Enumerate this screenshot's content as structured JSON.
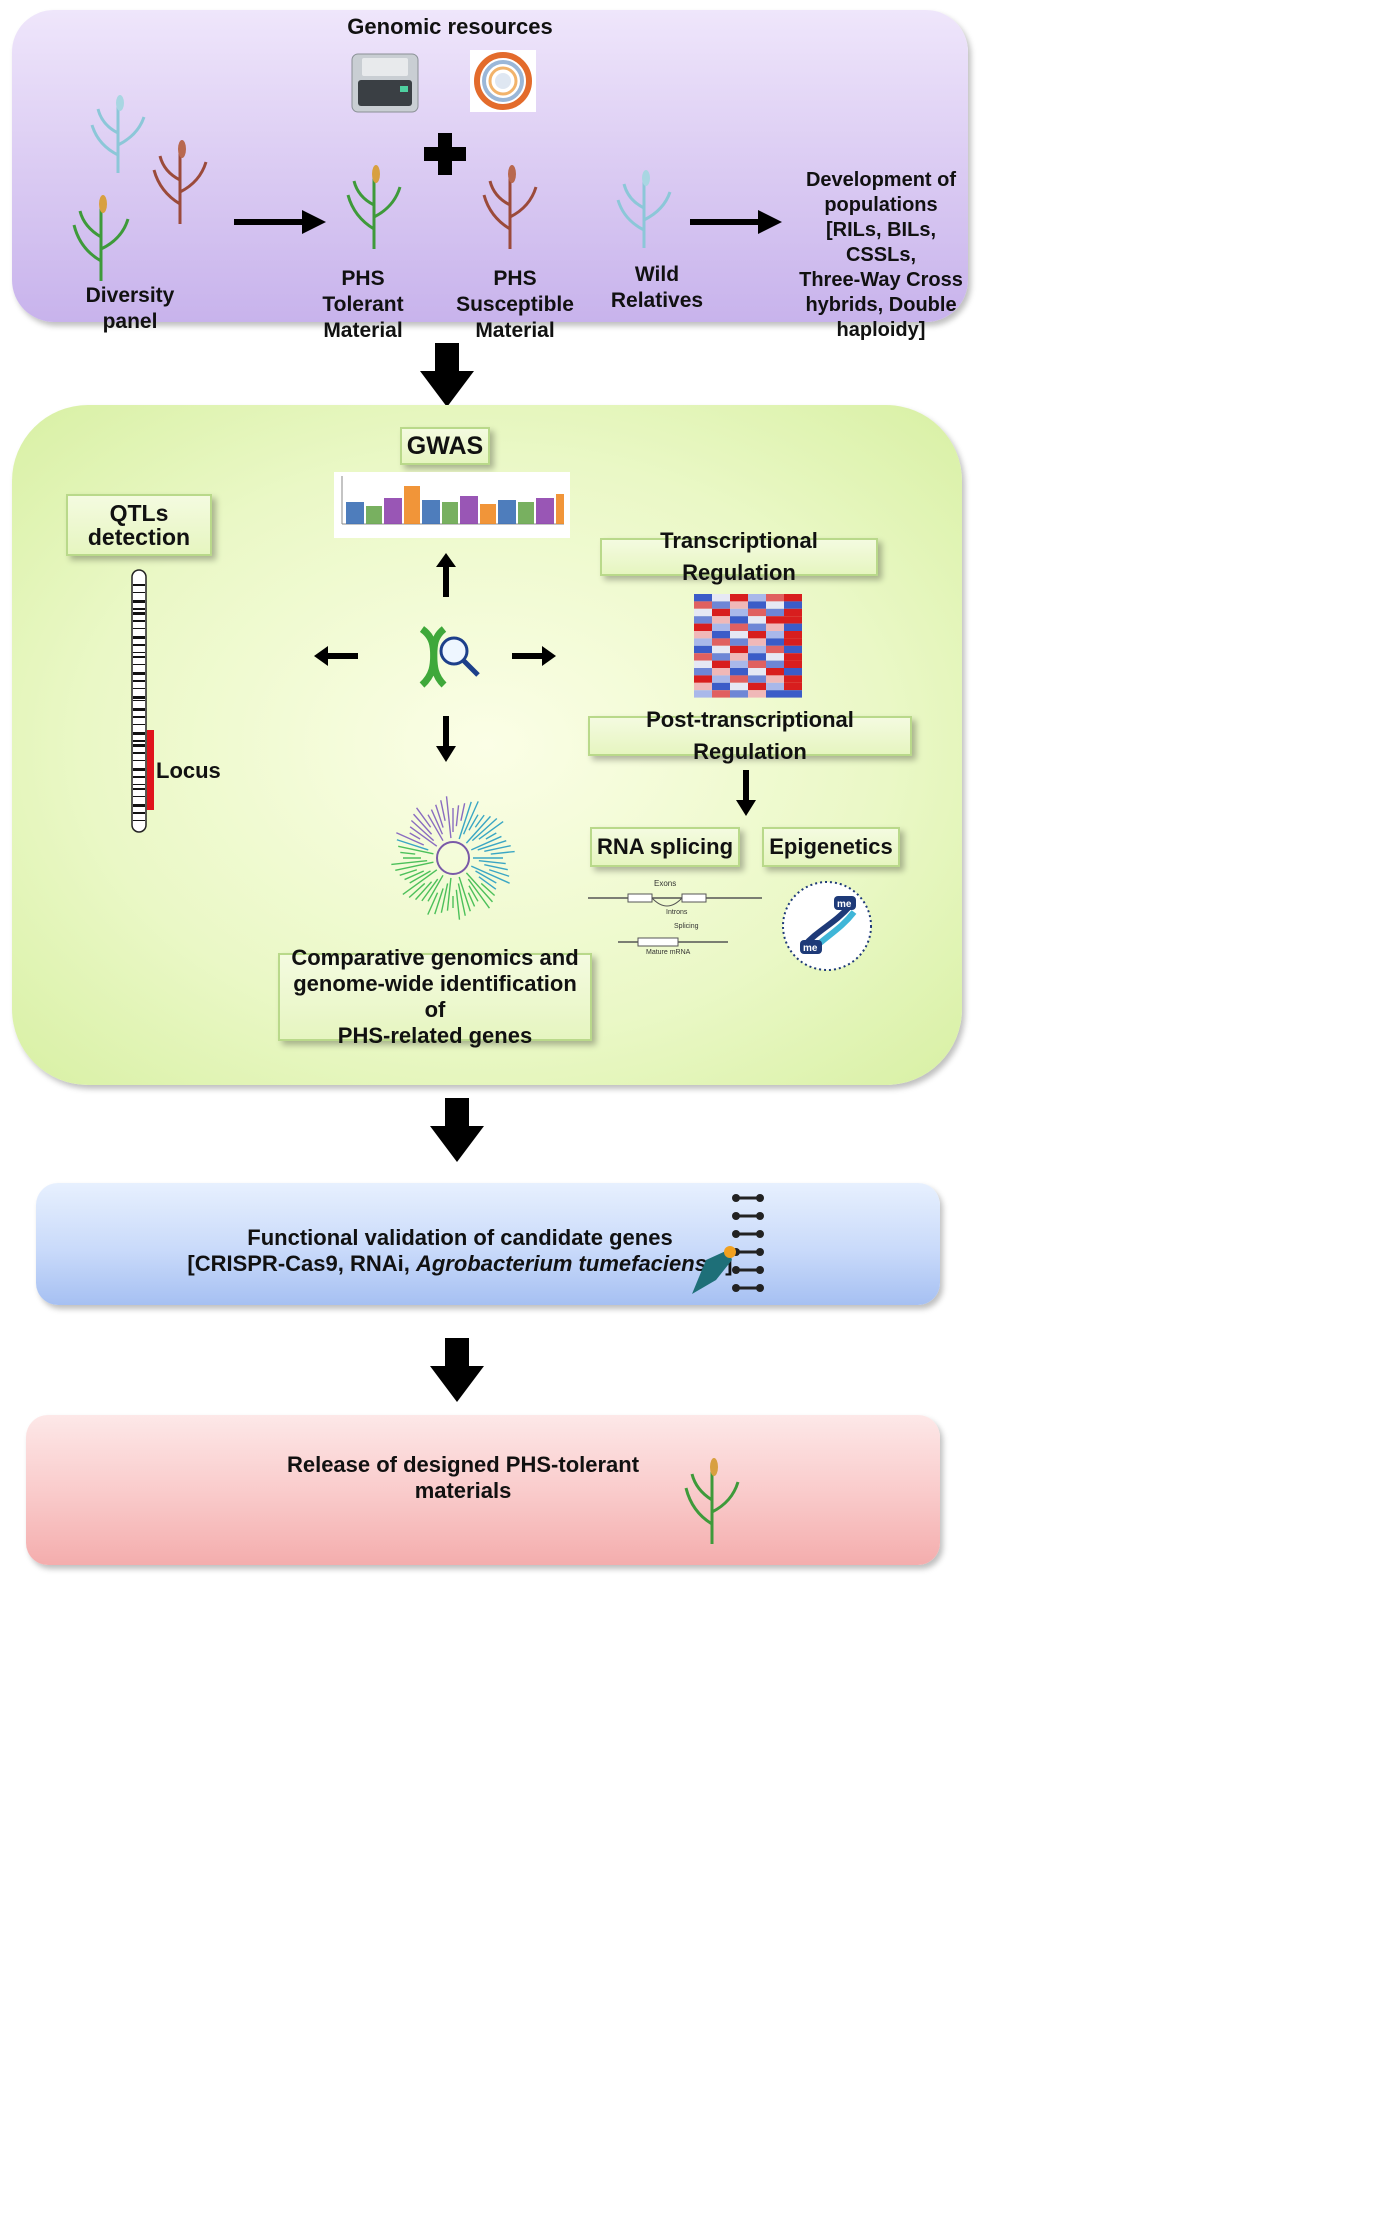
{
  "top_panel": {
    "title": "Genomic resources",
    "diversity_panel": "Diversity panel",
    "phs_tolerant": "PHS Tolerant\nMaterial",
    "phs_tolerant_l1": "PHS Tolerant",
    "phs_tolerant_l2": "Material",
    "phs_susceptible_l1": "PHS Susceptible",
    "phs_susceptible_l2": "Material",
    "wild_relatives": "Wild Relatives",
    "populations": [
      "Development of",
      "populations",
      "[RILs, BILs, CSSLs,",
      "Three-Way Cross",
      "hybrids, Double",
      "haploidy]"
    ]
  },
  "middle_panel": {
    "gwas": "GWAS",
    "qtls_l1": "QTLs",
    "qtls_l2": "detection",
    "locus": "Locus",
    "transcriptional": "Transcriptional Regulation",
    "post_transcriptional": "Post-transcriptional Regulation",
    "rna_splicing": "RNA splicing",
    "epigenetics": "Epigenetics",
    "comparative_l1": "Comparative genomics and",
    "comparative_l2": "genome-wide identification of",
    "comparative_l3": "PHS-related genes",
    "splicing_exons": "Exons",
    "splicing_introns": "Introns",
    "splicing_label": "Splicing",
    "mature_mrna": "Mature mRNA",
    "methyl_label": "me"
  },
  "validation_panel": {
    "line1": "Functional validation of candidate  genes",
    "line2_prefix": "[CRISPR-Cas9, RNAi, ",
    "line2_italic": "Agrobacterium tumefaciens...",
    "line2_suffix": "]"
  },
  "release_panel": {
    "line1": "Release of designed PHS-tolerant",
    "line2": "materials"
  },
  "colors": {
    "top_panel": "#d8c8f0",
    "middle_panel": "#e6f6c4",
    "validation_panel": "#b6cdf5",
    "release_panel": "#f8c2c2",
    "locus_bar": "#e0141c"
  },
  "icons": [
    "sequencer-icon",
    "circos-plot-icon",
    "plus-icon",
    "wheat-plant-icon",
    "manhattan-plot-icon",
    "dna-search-icon",
    "heatmap-icon",
    "phylogenetic-tree-icon",
    "chromosome-icon",
    "methylation-icon",
    "crispr-dna-icon"
  ]
}
